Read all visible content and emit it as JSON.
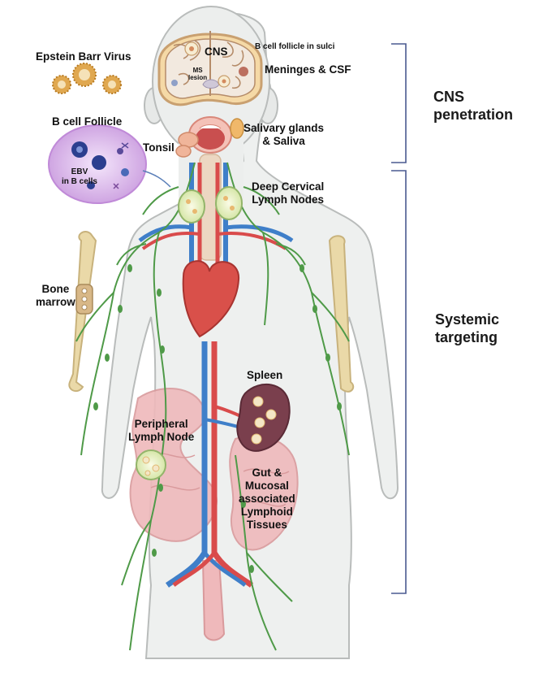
{
  "labels": {
    "ebv_virus": "Epstein Barr Virus",
    "b_cell_follicle": "B cell Follicle",
    "ebv_in_b_cells": "EBV\nin B cells",
    "tonsil": "Tonsil",
    "cns": "CNS",
    "ms_lesion": "MS\nlesion",
    "b_cell_follicle_sulci": "B cell follicle in sulci",
    "meninges_csf": "Meninges & CSF",
    "salivary": "Salivary glands\n& Saliva",
    "deep_cervical": "Deep Cervical\nLymph Nodes",
    "bone_marrow": "Bone\nmarrow",
    "spleen": "Spleen",
    "peripheral_ln": "Peripheral\nLymph Node",
    "galt": "Gut &\nMucosal\nassociated\nLymphoid\nTissues"
  },
  "brackets": {
    "cns_penetration": "CNS\npenetration",
    "systemic_targeting": "Systemic\ntargeting"
  },
  "colors": {
    "skin": "#eef0ef",
    "outline": "#b9bcbb",
    "lymph": "#4f9a48",
    "artery": "#d94b4b",
    "vein": "#3f7fc9",
    "heart": "#d9504a",
    "bone": "#ead9a8",
    "spleen": "#7a3f4d",
    "gut": "#efb9bb",
    "bracket": "#4a5a90",
    "follicle": "#d9b3e8"
  }
}
